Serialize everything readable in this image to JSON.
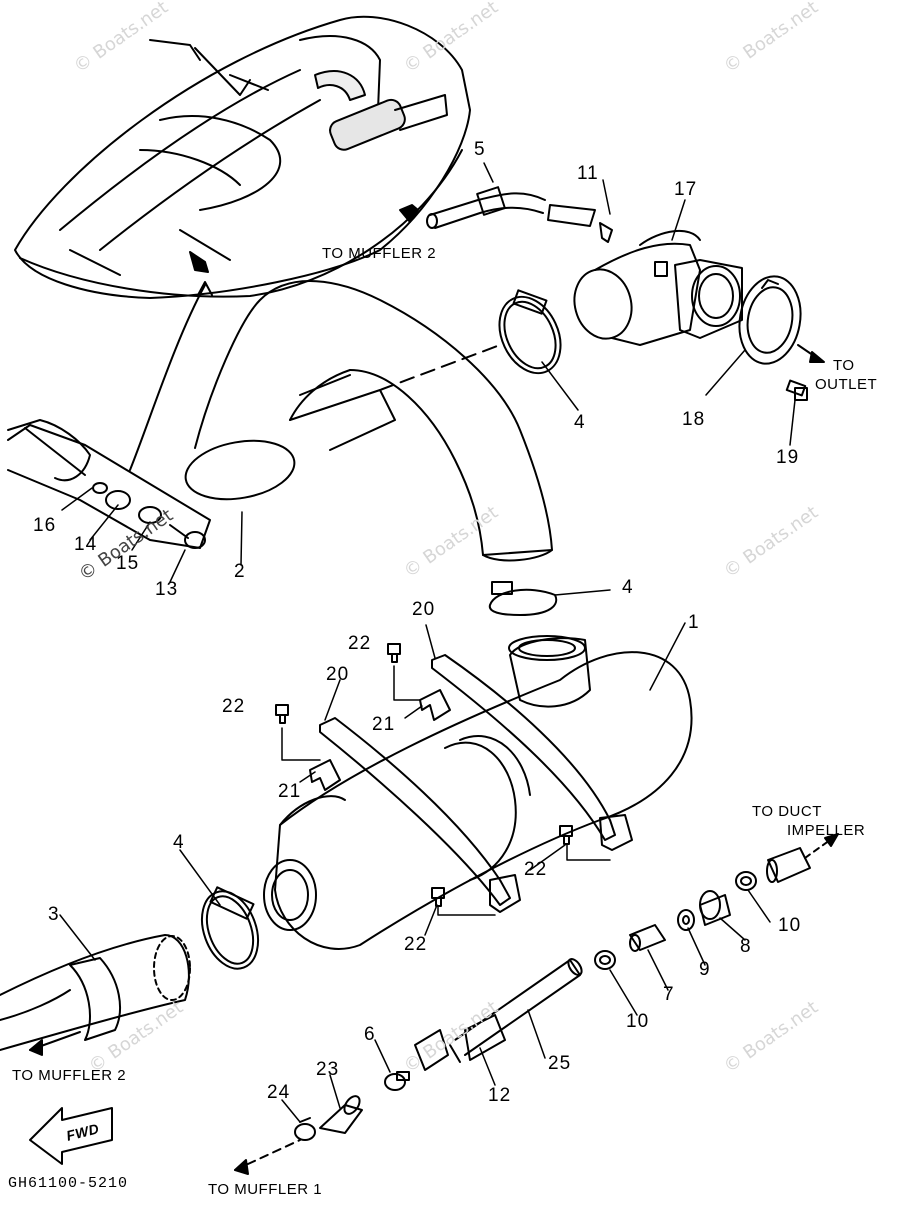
{
  "diagram": {
    "code": "GH61100-5210",
    "fwd_label": "FWD",
    "watermark": "© Boats.net",
    "notes": {
      "to_muffler_2_top": "TO MUFFLER 2",
      "to_outlet_line1": "TO",
      "to_outlet_line2": "OUTLET",
      "to_duct_line1": "TO DUCT",
      "to_duct_line2": "IMPELLER",
      "to_muffler_2_bottom": "TO MUFFLER 2",
      "to_muffler_1": "TO MUFFLER 1"
    },
    "callouts": [
      {
        "id": "c1",
        "text": "1"
      },
      {
        "id": "c2",
        "text": "2"
      },
      {
        "id": "c3",
        "text": "3"
      },
      {
        "id": "c4a",
        "text": "4"
      },
      {
        "id": "c4b",
        "text": "4"
      },
      {
        "id": "c4c",
        "text": "4"
      },
      {
        "id": "c5",
        "text": "5"
      },
      {
        "id": "c6",
        "text": "6"
      },
      {
        "id": "c7",
        "text": "7"
      },
      {
        "id": "c8",
        "text": "8"
      },
      {
        "id": "c9",
        "text": "9"
      },
      {
        "id": "c10a",
        "text": "10"
      },
      {
        "id": "c10b",
        "text": "10"
      },
      {
        "id": "c11",
        "text": "11"
      },
      {
        "id": "c12",
        "text": "12"
      },
      {
        "id": "c13",
        "text": "13"
      },
      {
        "id": "c14",
        "text": "14"
      },
      {
        "id": "c15",
        "text": "15"
      },
      {
        "id": "c16",
        "text": "16"
      },
      {
        "id": "c17",
        "text": "17"
      },
      {
        "id": "c18",
        "text": "18"
      },
      {
        "id": "c19",
        "text": "19"
      },
      {
        "id": "c20a",
        "text": "20"
      },
      {
        "id": "c20b",
        "text": "20"
      },
      {
        "id": "c21a",
        "text": "21"
      },
      {
        "id": "c21b",
        "text": "21"
      },
      {
        "id": "c22a",
        "text": "22"
      },
      {
        "id": "c22b",
        "text": "22"
      },
      {
        "id": "c22c",
        "text": "22"
      },
      {
        "id": "c22d",
        "text": "22"
      },
      {
        "id": "c23",
        "text": "23"
      },
      {
        "id": "c24",
        "text": "24"
      },
      {
        "id": "c25",
        "text": "25"
      }
    ]
  }
}
